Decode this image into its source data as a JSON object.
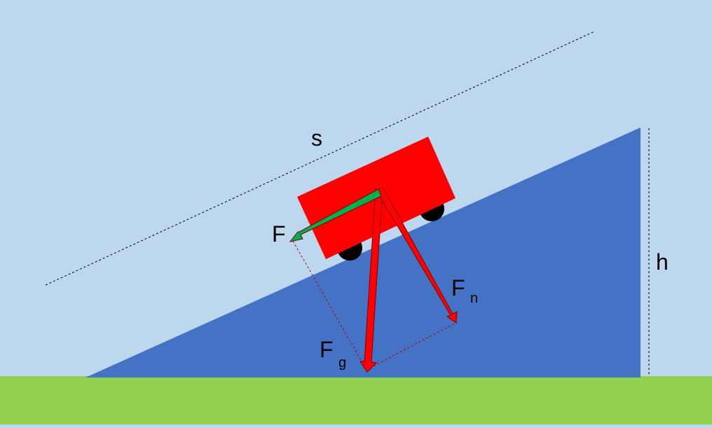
{
  "colors": {
    "sky": "#bdd7ee",
    "ground": "#92d050",
    "ramp": "#4472c4",
    "cart": "#ff0000",
    "wheel": "#000000",
    "force_parallel": "#00b050",
    "force_red": "#ff0000",
    "arrow_outline": "#7f0000",
    "guide_line": "#000000",
    "component_line": "#c00000"
  },
  "labels": {
    "s": "s",
    "h": "h",
    "F": "F",
    "Fn_main": "F",
    "Fn_sub": "n",
    "Fg_main": "F",
    "Fg_sub": "g"
  }
}
